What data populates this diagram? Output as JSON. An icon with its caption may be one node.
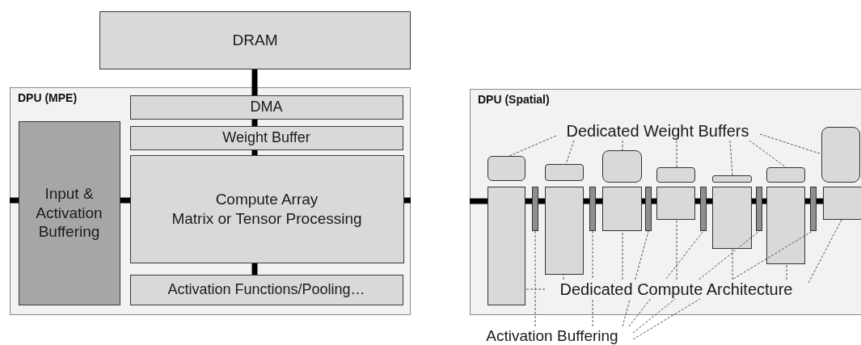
{
  "diagram": {
    "nodes": [
      {
        "text": [
          "DRAM"
        ]
      },
      {
        "text": [
          "DPU (MPE)"
        ]
      },
      {
        "text": [
          "DMA"
        ],
        "in": 1
      },
      {
        "text": [
          "Weight Buffer"
        ],
        "in": 1
      },
      {
        "text": [
          "Input & Activation Buffering"
        ],
        "in": 1
      },
      {
        "text": [
          "Compute Array",
          "Matrix or Tensor Processing"
        ],
        "in": 1
      },
      {
        "text": [
          "Activation Functions/Pooling…"
        ],
        "in": 1
      },
      {
        "text": [
          "DPU (Spatial)"
        ]
      },
      {
        "text": [
          "Dedicated Weight Buffers"
        ],
        "in": 7
      },
      {
        "text": [],
        "shape": "box",
        "in": 7
      },
      {
        "text": [],
        "shape": "box",
        "in": 7
      },
      {
        "text": [],
        "shape": "box",
        "in": 7
      },
      {
        "text": [],
        "shape": "box",
        "in": 7
      },
      {
        "text": [],
        "shape": "box",
        "in": 7
      },
      {
        "text": [],
        "shape": "box",
        "in": 7
      },
      {
        "text": [],
        "shape": "box",
        "in": 7
      },
      {
        "text": [],
        "shape": "box",
        "in": 7
      },
      {
        "text": [],
        "shape": "box",
        "in": 7
      },
      {
        "text": [],
        "shape": "box",
        "in": 7
      },
      {
        "text": [],
        "shape": "box",
        "in": 7
      },
      {
        "text": [],
        "shape": "box",
        "in": 7
      },
      {
        "text": [],
        "shape": "box",
        "in": 7
      },
      {
        "text": [],
        "shape": "box",
        "in": 7
      },
      {
        "text": [],
        "shape": "bar",
        "in": 7
      },
      {
        "text": [],
        "shape": "bar",
        "in": 7
      },
      {
        "text": [],
        "shape": "bar",
        "in": 7
      },
      {
        "text": [],
        "shape": "bar",
        "in": 7
      },
      {
        "text": [],
        "shape": "bar",
        "in": 7
      },
      {
        "text": [],
        "shape": "bar",
        "in": 7
      },
      {
        "text": [
          "Dedicated Compute Architecture"
        ],
        "in": 7
      },
      {
        "text": [
          "Activation Buffering"
        ]
      }
    ],
    "edges": [
      {
        "from": 0,
        "to": 2,
        "arrow": "none",
        "style": "thick"
      },
      {
        "from": 2,
        "to": 3,
        "arrow": "none",
        "style": "thick"
      },
      {
        "from": 3,
        "to": 5,
        "arrow": "none",
        "style": "thick"
      },
      {
        "from": 5,
        "to": 6,
        "arrow": "none",
        "style": "thick"
      },
      {
        "from": 4,
        "to": 5,
        "arrow": "none",
        "style": "thick"
      },
      {
        "from": null,
        "to": 4,
        "arrow": "none",
        "style": "thick"
      },
      {
        "from": 5,
        "to": null,
        "arrow": "none",
        "style": "thick"
      },
      {
        "from": null,
        "to": 16,
        "arrow": "none",
        "style": "thick"
      },
      {
        "from": 16,
        "to": 23,
        "arrow": "none",
        "style": "thick"
      },
      {
        "from": 23,
        "to": 17,
        "arrow": "none",
        "style": "thick"
      },
      {
        "from": 17,
        "to": 24,
        "arrow": "none",
        "style": "thick"
      },
      {
        "from": 24,
        "to": 18,
        "arrow": "none",
        "style": "thick"
      },
      {
        "from": 18,
        "to": 25,
        "arrow": "none",
        "style": "thick"
      },
      {
        "from": 25,
        "to": 19,
        "arrow": "none",
        "style": "thick"
      },
      {
        "from": 19,
        "to": 26,
        "arrow": "none",
        "style": "thick"
      },
      {
        "from": 26,
        "to": 20,
        "arrow": "none",
        "style": "thick"
      },
      {
        "from": 20,
        "to": 27,
        "arrow": "none",
        "style": "thick"
      },
      {
        "from": 27,
        "to": 21,
        "arrow": "none",
        "style": "thick"
      },
      {
        "from": 21,
        "to": 28,
        "arrow": "none",
        "style": "thick"
      },
      {
        "from": 28,
        "to": 22,
        "arrow": "none",
        "style": "thick"
      },
      {
        "from": 8,
        "to": 9,
        "arrow": "none",
        "style": "dashed"
      },
      {
        "from": 8,
        "to": 10,
        "arrow": "none",
        "style": "dashed"
      },
      {
        "from": 8,
        "to": 11,
        "arrow": "none",
        "style": "dashed"
      },
      {
        "from": 8,
        "to": 12,
        "arrow": "none",
        "style": "dashed"
      },
      {
        "from": 8,
        "to": 13,
        "arrow": "none",
        "style": "dashed"
      },
      {
        "from": 8,
        "to": 14,
        "arrow": "none",
        "style": "dashed"
      },
      {
        "from": 8,
        "to": 15,
        "arrow": "none",
        "style": "dashed"
      },
      {
        "from": 29,
        "to": 16,
        "arrow": "none",
        "style": "dashed"
      },
      {
        "from": 29,
        "to": 17,
        "arrow": "none",
        "style": "dashed"
      },
      {
        "from": 29,
        "to": 18,
        "arrow": "none",
        "style": "dashed"
      },
      {
        "from": 29,
        "to": 19,
        "arrow": "none",
        "style": "dashed"
      },
      {
        "from": 29,
        "to": 20,
        "arrow": "none",
        "style": "dashed"
      },
      {
        "from": 29,
        "to": 21,
        "arrow": "none",
        "style": "dashed"
      },
      {
        "from": 29,
        "to": 22,
        "arrow": "none",
        "style": "dashed"
      },
      {
        "from": 30,
        "to": 23,
        "arrow": "none",
        "style": "dashed"
      },
      {
        "from": 30,
        "to": 24,
        "arrow": "none",
        "style": "dashed"
      },
      {
        "from": 30,
        "to": 25,
        "arrow": "none",
        "style": "dashed"
      },
      {
        "from": 30,
        "to": 26,
        "arrow": "none",
        "style": "dashed"
      },
      {
        "from": 30,
        "to": 27,
        "arrow": "none",
        "style": "dashed"
      },
      {
        "from": 30,
        "to": 28,
        "arrow": "none",
        "style": "dashed"
      }
    ]
  }
}
